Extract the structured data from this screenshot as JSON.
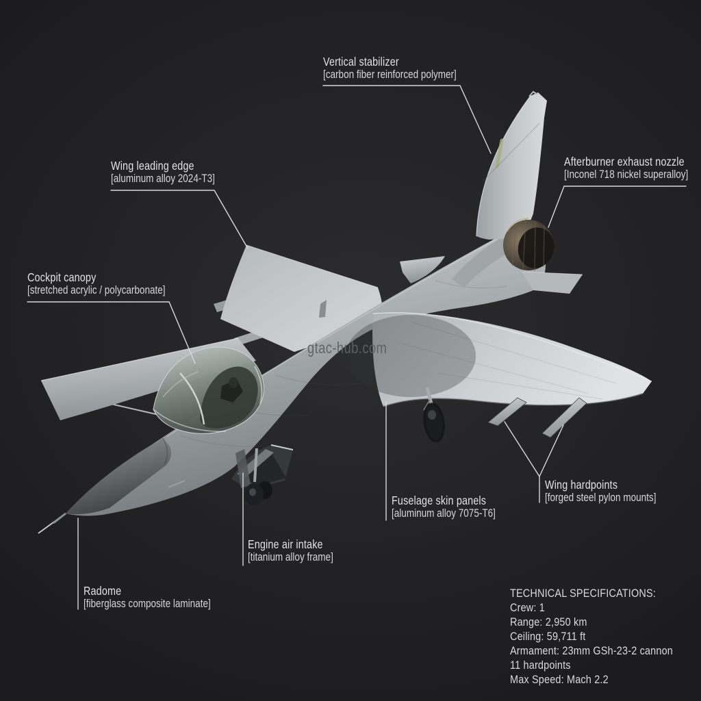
{
  "page": {
    "watermark": "gtac-hub.com",
    "background_color": "#1e1e20",
    "label_text_color": "#e3e3e3",
    "leader_line_color": "#d9d9d9",
    "aircraft_base_color": "#b9bec1",
    "radome_color": "#5f6366",
    "nozzle_color": "#5a5145"
  },
  "callouts": {
    "vertical_stabilizer": {
      "title": "Vertical stabilizer",
      "material": "[carbon fiber reinforced polymer]"
    },
    "wing_leading_edge": {
      "title": "Wing leading edge",
      "material": "[aluminum alloy 2024-T3]"
    },
    "afterburner_nozzle": {
      "title": "Afterburner exhaust nozzle",
      "material": "[Inconel 718 nickel superalloy]"
    },
    "cockpit_canopy": {
      "title": "Cockpit canopy",
      "material": "[stretched acrylic / polycarbonate]"
    },
    "wing_hardpoints": {
      "title": "Wing hardpoints",
      "material": "[forged steel pylon mounts]"
    },
    "fuselage_skin_panels": {
      "title": "Fuselage skin panels",
      "material": "[aluminum alloy 7075-T6]"
    },
    "engine_air_intake": {
      "title": "Engine air intake",
      "material": "[titanium alloy frame]"
    },
    "radome": {
      "title": "Radome",
      "material": "[fiberglass composite laminate]"
    }
  },
  "specs": {
    "heading": "TECHNICAL SPECIFICATIONS:",
    "lines": [
      "Crew: 1",
      "Range: 2,950 km",
      "Ceiling: 59,711 ft",
      "Armament: 23mm GSh-23-2 cannon",
      "11 hardpoints",
      "Max Speed: Mach 2.2"
    ]
  }
}
